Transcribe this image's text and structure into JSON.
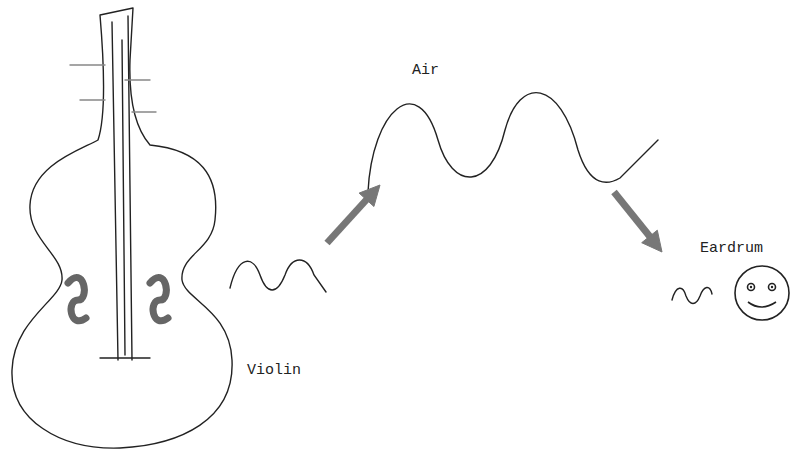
{
  "diagram": {
    "labels": [
      "Air",
      "Eardrum",
      "Violin"
    ]
  }
}
